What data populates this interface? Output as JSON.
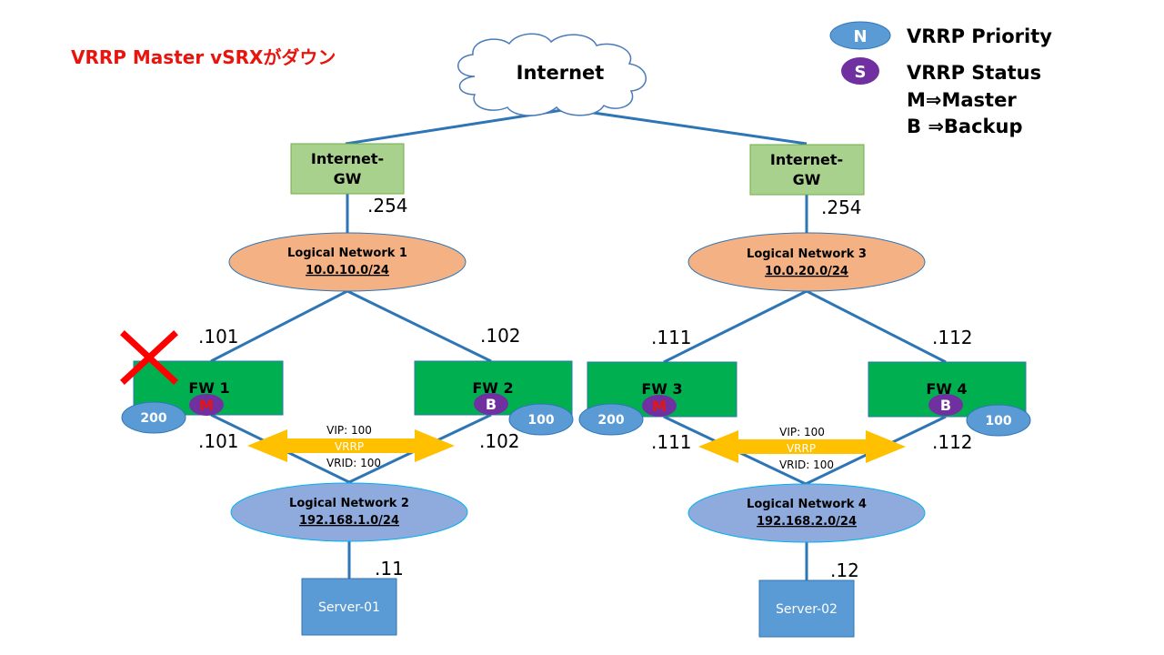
{
  "title": "VRRP Master vSRXがダウン",
  "colors": {
    "title": "#e8140e",
    "line": "#2e75b6",
    "gw_fill": "#a9d18e",
    "fw_fill": "#00b050",
    "logical_upper_fill": "#f4b183",
    "logical_lower_fill": "#8faadc",
    "server_fill": "#5b9bd5",
    "priority_fill": "#5b9bd5",
    "status_fill": "#7030a0",
    "master_text": "#e8140e",
    "vrrp_arrow": "#ffc000",
    "fail_mark": "#ff0000"
  },
  "legend": {
    "priority_symbol": "N",
    "priority_label": "VRRP Priority",
    "status_symbol": "S",
    "status_label": "VRRP Status",
    "master_line": "M⇒Master",
    "backup_line": "B ⇒Backup"
  },
  "internet": {
    "label": "Internet"
  },
  "left": {
    "gw": {
      "line1": "Internet-",
      "line2": "GW"
    },
    "gw_ip": ".254",
    "upper_net": {
      "name": "Logical Network 1",
      "subnet": "10.0.10.0/24"
    },
    "fw_a": {
      "name": "FW 1",
      "status": "M",
      "priority": "200",
      "ip_up": ".101",
      "ip_down": ".101",
      "failed": true
    },
    "fw_b": {
      "name": "FW 2",
      "status": "B",
      "priority": "100",
      "ip_up": ".102",
      "ip_down": ".102"
    },
    "vrrp": {
      "vip": "VIP: 100",
      "label": "VRRP",
      "vrid": "VRID: 100"
    },
    "lower_net": {
      "name": "Logical Network 2",
      "subnet": "192.168.1.0/24"
    },
    "server": {
      "name": "Server-01",
      "ip": ".11"
    }
  },
  "right": {
    "gw": {
      "line1": "Internet-",
      "line2": "GW"
    },
    "gw_ip": ".254",
    "upper_net": {
      "name": "Logical Network 3",
      "subnet": "10.0.20.0/24"
    },
    "fw_a": {
      "name": "FW 3",
      "status": "M",
      "priority": "200",
      "ip_up": ".111",
      "ip_down": ".111"
    },
    "fw_b": {
      "name": "FW 4",
      "status": "B",
      "priority": "100",
      "ip_up": ".112",
      "ip_down": ".112"
    },
    "vrrp": {
      "vip": "VIP: 100",
      "label": "VRRP",
      "vrid": "VRID: 100"
    },
    "lower_net": {
      "name": "Logical Network 4",
      "subnet": "192.168.2.0/24"
    },
    "server": {
      "name": "Server-02",
      "ip": ".12"
    }
  }
}
